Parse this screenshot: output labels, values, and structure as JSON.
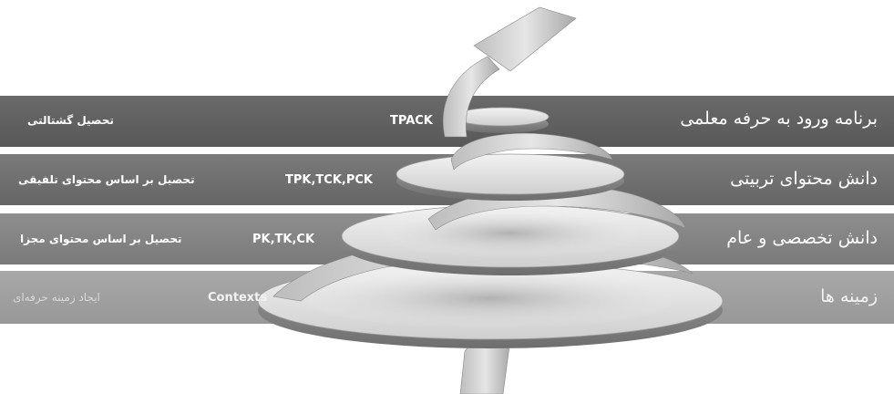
{
  "layers": [
    {
      "right_label": "برنامه ورود به حرفه معلمی",
      "center_label": "TPACK",
      "left_label": "تحصیل گشتالتی"
    },
    {
      "right_label": "دانش محتوای تربیتی",
      "center_label": "TPK,TCK,PCK",
      "left_label": "تحصیل بر اساس محتوای تلفیقی"
    },
    {
      "right_label": "دانش تخصصی و عام",
      "center_label": "PK,TK,CK",
      "left_label": "تحصیل بر اساس محتوای مجزا"
    },
    {
      "right_label": "زمینه ها",
      "center_label": "Contexts",
      "left_label": "ایجاد زمینه حرفه‌ای"
    }
  ],
  "colors": {
    "band_1": "#5e5e5e",
    "band_2": "#6e6e6e",
    "band_3": "#838383",
    "band_4": "#a0a0a0",
    "disc": "#d9d9d9",
    "arrow": "#c8c8c8"
  }
}
